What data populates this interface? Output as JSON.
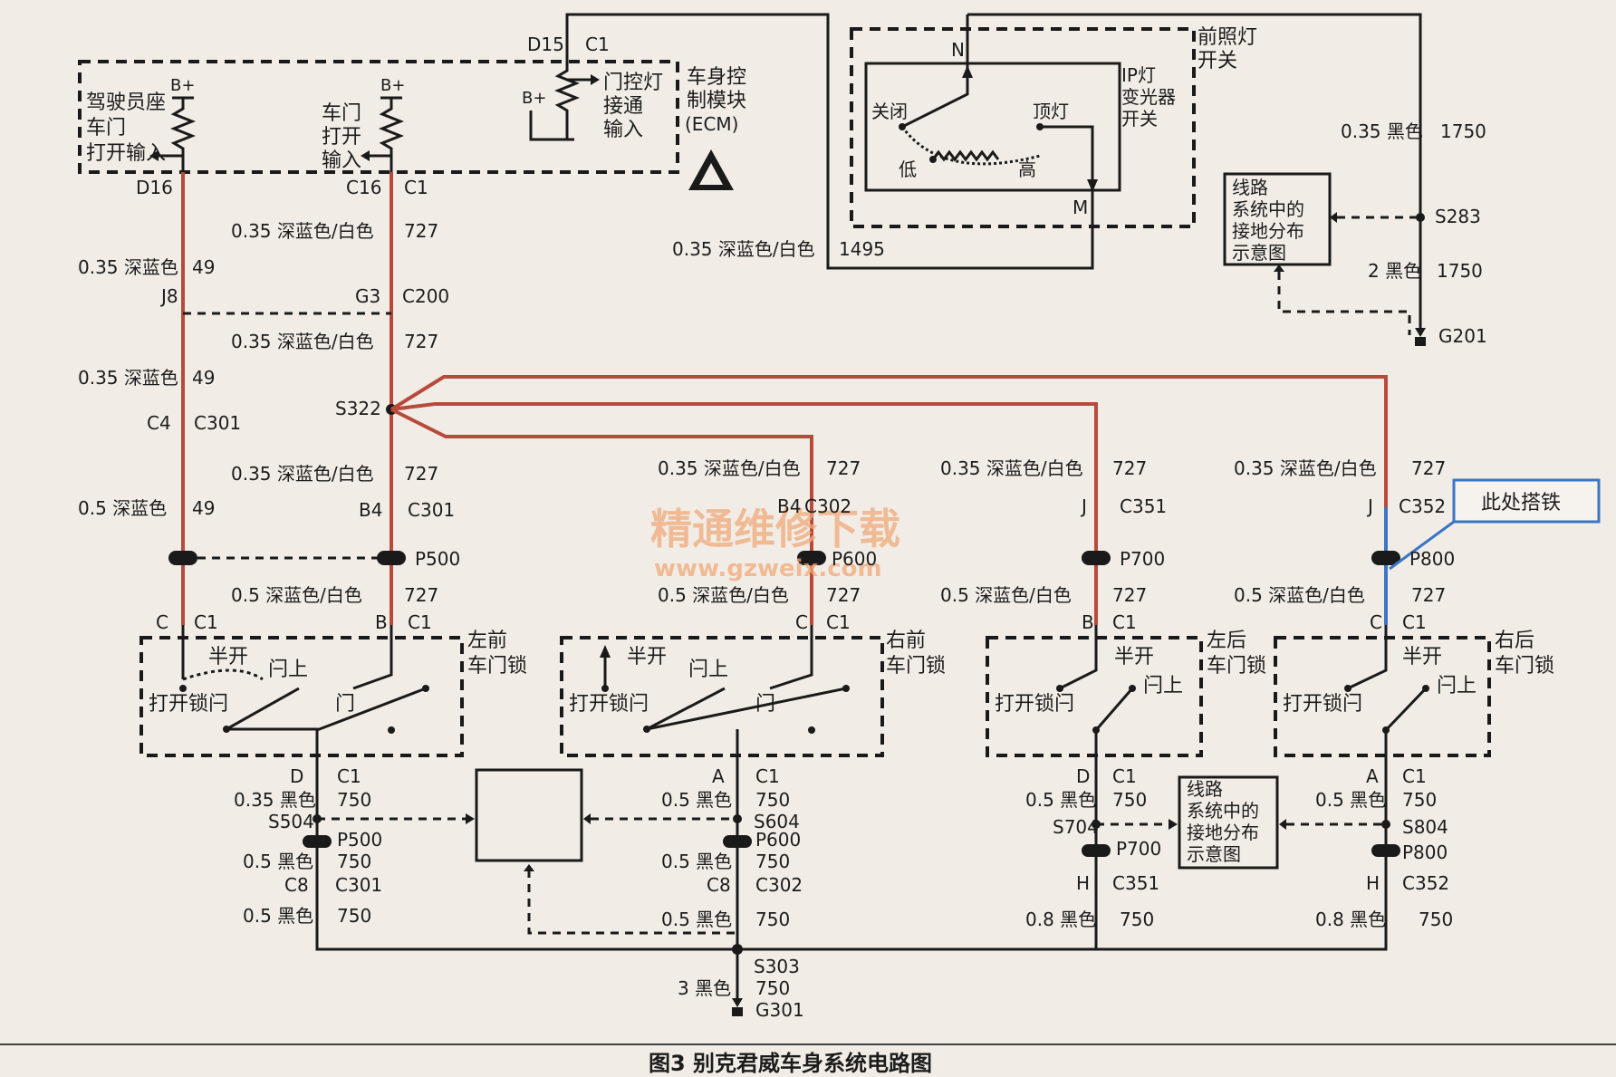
{
  "ecm": {
    "line1": "车身控",
    "line2": "制模块",
    "line3": "(ECM)",
    "b_plus": "B+"
  },
  "driver_input": {
    "line1": "驾驶员座",
    "line2": "车门",
    "line3": "打开输入",
    "b_plus": "B+"
  },
  "door_input": {
    "line1": "车门",
    "line2": "打开",
    "line3": "输入",
    "b_plus": "B+"
  },
  "courtesy": {
    "line1": "门控灯",
    "line2": "接通",
    "line3": "输入",
    "b_plus": "B+"
  },
  "headlamp_switch": {
    "line1": "前照灯",
    "line2": "开关",
    "ip1": "IP灯",
    "ip2": "变光器",
    "ip3": "开关",
    "off": "关闭",
    "dome": "顶灯",
    "low": "低",
    "high": "高",
    "n": "N",
    "m": "M"
  },
  "ground_box": {
    "line1": "线路",
    "line2": "系统中的",
    "line3": "接地分布",
    "line4": "示意图"
  },
  "annotation": "此处搭铁",
  "watermark": {
    "line1": "精通维修下载",
    "line2": "www.gzweix.com"
  },
  "caption": "图3 别克君威车身系统电路图",
  "locks": {
    "lf": {
      "line1": "左前",
      "line2": "车门锁",
      "half": "半开",
      "lock": "闩上",
      "open": "打开锁闩",
      "door": "门"
    },
    "rf": {
      "line1": "右前",
      "line2": "车门锁",
      "half": "半开",
      "lock": "闩上",
      "open": "打开锁闩",
      "door": "门"
    },
    "lr": {
      "line1": "左后",
      "line2": "车门锁",
      "half": "半开",
      "lock": "闩上",
      "open": "打开锁闩"
    },
    "rr": {
      "line1": "右后",
      "line2": "车门锁",
      "half": "半开",
      "lock": "闩上",
      "open": "打开锁闩"
    }
  },
  "labels": [
    {
      "t": "D15"
    },
    {
      "t": "C1"
    },
    {
      "t": "D16"
    },
    {
      "t": "C16"
    },
    {
      "t": "C1"
    },
    {
      "t": "0.35 深蓝色/白色"
    },
    {
      "t": "727"
    },
    {
      "t": "0.35 深蓝色"
    },
    {
      "t": "49"
    },
    {
      "t": "J8"
    },
    {
      "t": "G3"
    },
    {
      "t": "C200"
    },
    {
      "t": "0.35 深蓝色/白色"
    },
    {
      "t": "727"
    },
    {
      "t": "0.35 深蓝色"
    },
    {
      "t": "49"
    },
    {
      "t": "S322"
    },
    {
      "t": "C4"
    },
    {
      "t": "C301"
    },
    {
      "t": "0.35 深蓝色/白色"
    },
    {
      "t": "727"
    },
    {
      "t": "0.5 深蓝色"
    },
    {
      "t": "49"
    },
    {
      "t": "B4"
    },
    {
      "t": "C301"
    },
    {
      "t": "P500"
    },
    {
      "t": "0.5 深蓝色/白色"
    },
    {
      "t": "727"
    },
    {
      "t": "C"
    },
    {
      "t": "C1"
    },
    {
      "t": "B"
    },
    {
      "t": "C1"
    },
    {
      "t": "0.35 深蓝色/白色"
    },
    {
      "t": "1495"
    },
    {
      "t": "0.35 黑色"
    },
    {
      "t": "1750"
    },
    {
      "t": "S283"
    },
    {
      "t": "2 黑色"
    },
    {
      "t": "1750"
    },
    {
      "t": "G201"
    },
    {
      "t": "0.35 深蓝色/白色"
    },
    {
      "t": "727"
    },
    {
      "t": "B4"
    },
    {
      "t": "C302"
    },
    {
      "t": "P600"
    },
    {
      "t": "0.5 深蓝色/白色"
    },
    {
      "t": "727"
    },
    {
      "t": "C"
    },
    {
      "t": "C1"
    },
    {
      "t": "0.35 深蓝色/白色"
    },
    {
      "t": "727"
    },
    {
      "t": "J"
    },
    {
      "t": "C351"
    },
    {
      "t": "P700"
    },
    {
      "t": "0.5 深蓝色/白色"
    },
    {
      "t": "727"
    },
    {
      "t": "B"
    },
    {
      "t": "C1"
    },
    {
      "t": "0.35 深蓝色/白色"
    },
    {
      "t": "727"
    },
    {
      "t": "J"
    },
    {
      "t": "C352"
    },
    {
      "t": "P800"
    },
    {
      "t": "0.5 深蓝色/白色"
    },
    {
      "t": "727"
    },
    {
      "t": "C"
    },
    {
      "t": "C1"
    },
    {
      "t": "D"
    },
    {
      "t": "C1"
    },
    {
      "t": "0.35 黑色"
    },
    {
      "t": "750"
    },
    {
      "t": "S504"
    },
    {
      "t": "P500"
    },
    {
      "t": "0.5 黑色"
    },
    {
      "t": "750"
    },
    {
      "t": "C8"
    },
    {
      "t": "C301"
    },
    {
      "t": "0.5 黑色"
    },
    {
      "t": "750"
    },
    {
      "t": "A"
    },
    {
      "t": "C1"
    },
    {
      "t": "0.5 黑色"
    },
    {
      "t": "750"
    },
    {
      "t": "S604"
    },
    {
      "t": "P600"
    },
    {
      "t": "0.5 黑色"
    },
    {
      "t": "750"
    },
    {
      "t": "C8"
    },
    {
      "t": "C302"
    },
    {
      "t": "0.5 黑色"
    },
    {
      "t": "750"
    },
    {
      "t": "S303"
    },
    {
      "t": "3 黑色"
    },
    {
      "t": "750"
    },
    {
      "t": "G301"
    },
    {
      "t": "D"
    },
    {
      "t": "C1"
    },
    {
      "t": "0.5 黑色"
    },
    {
      "t": "750"
    },
    {
      "t": "S704"
    },
    {
      "t": "P700"
    },
    {
      "t": "H"
    },
    {
      "t": "C351"
    },
    {
      "t": "0.8 黑色"
    },
    {
      "t": "750"
    },
    {
      "t": "A"
    },
    {
      "t": "C1"
    },
    {
      "t": "0.5 黑色"
    },
    {
      "t": "750"
    },
    {
      "t": "S804"
    },
    {
      "t": "P800"
    },
    {
      "t": "H"
    },
    {
      "t": "C352"
    },
    {
      "t": "0.8 黑色"
    },
    {
      "t": "750"
    }
  ]
}
